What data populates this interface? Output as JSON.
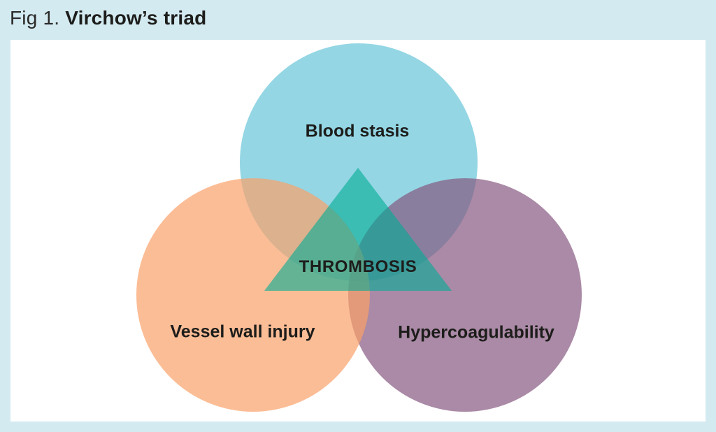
{
  "figure": {
    "label": "Fig 1.",
    "title": "Virchow’s triad"
  },
  "diagram": {
    "type": "venn-triad",
    "center_label": "THROMBOSIS",
    "circles": [
      {
        "id": "blood-stasis",
        "label": "Blood stasis",
        "color": "#66c4d8",
        "opacity": 0.7
      },
      {
        "id": "vessel-wall-injury",
        "label": "Vessel wall injury",
        "color": "#f9a16a",
        "opacity": 0.7
      },
      {
        "id": "hypercoagulability",
        "label": "Hypercoagulability",
        "color": "#865980",
        "opacity": 0.7
      }
    ],
    "triangle": {
      "label_inside": "THROMBOSIS",
      "color": "#00ac94",
      "opacity": 0.6
    },
    "colors": {
      "page_background": "#d4eaf1",
      "panel_background": "#ffffff",
      "text": "#1d1d1b"
    }
  }
}
